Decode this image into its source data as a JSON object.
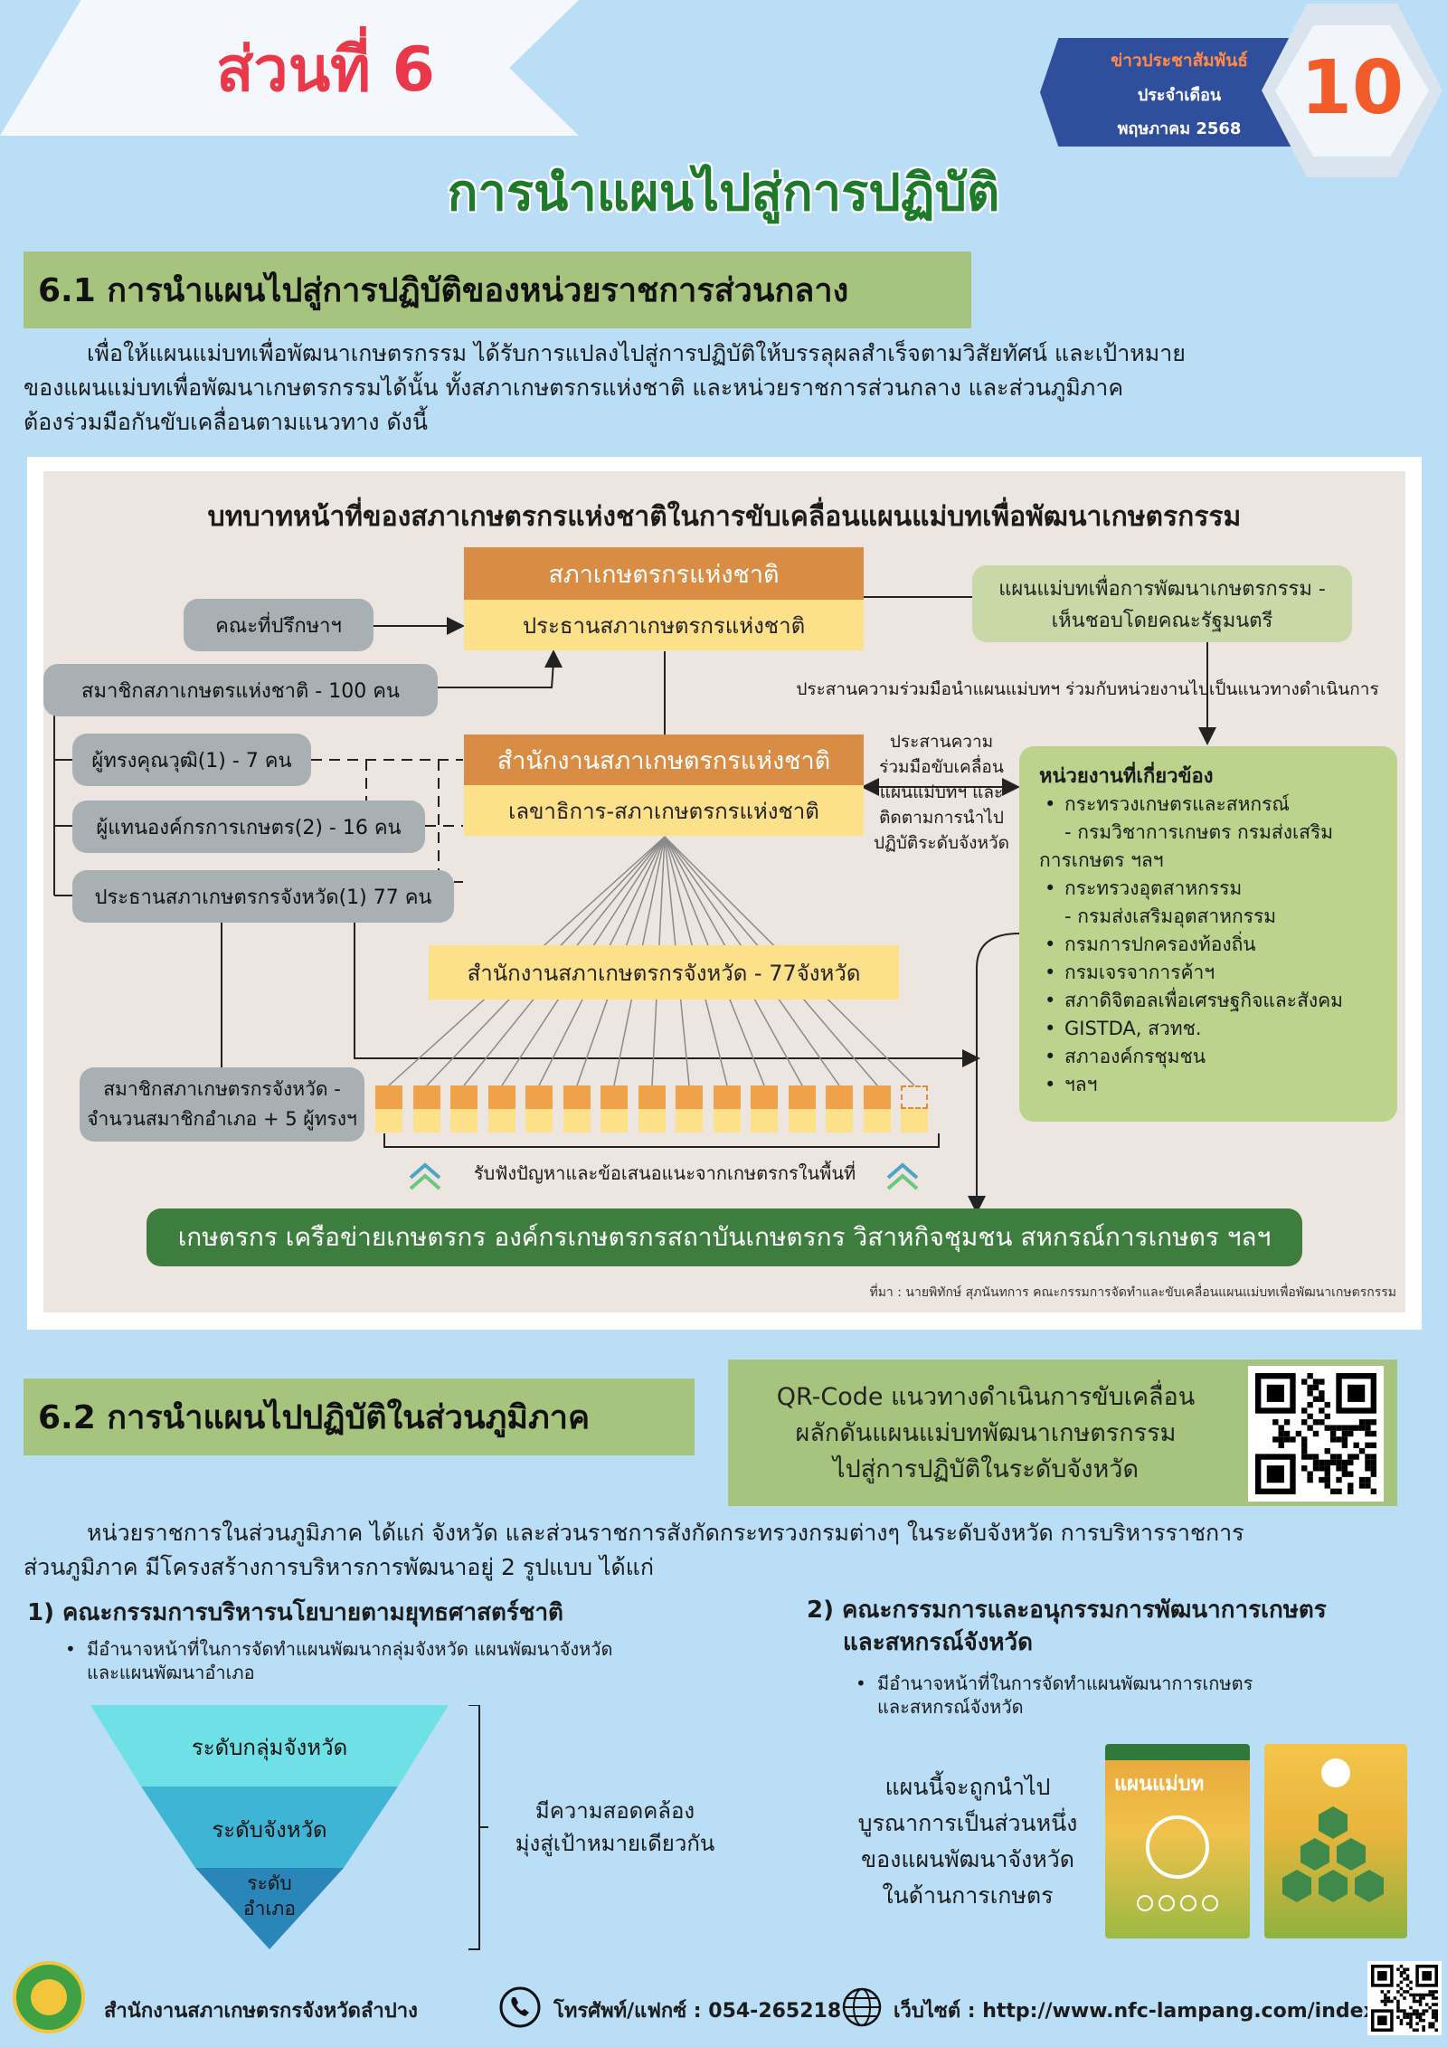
{
  "header": {
    "part_label": "ส่วนที่ 6",
    "news_line1": "ข่าวประชาสัมพันธ์",
    "news_line2": "ประจำเดือน",
    "news_line3": "พฤษภาคม 2568",
    "issue_number": "10",
    "main_title": "การนำแผนไปสู่การปฏิบัติ"
  },
  "section1": {
    "heading": "6.1 การนำแผนไปสู่การปฏิบัติของหน่วยราชการส่วนกลาง",
    "paragraph_l1": "เพื่อให้แผนแม่บทเพื่อพัฒนาเกษตรกรรม ได้รับการแปลงไปสู่การปฏิบัติให้บรรลุผลสำเร็จตามวิสัยทัศน์ และเป้าหมาย",
    "paragraph_l2": "ของแผนแม่บทเพื่อพัฒนาเกษตรกรรมได้นั้น ทั้งสภาเกษตรกรแห่งชาติ และหน่วยราชการส่วนกลาง และส่วนภูมิภาค",
    "paragraph_l3": "ต้องร่วมมือกันขับเคลื่อนตามแนวทาง ดังนี้"
  },
  "diagram": {
    "title": "บทบาทหน้าที่ของสภาเกษตรกรแห่งชาติในการขับเคลื่อนแผนแม่บทเพื่อพัฒนาเกษตรกรรม",
    "council": "สภาเกษตรกรแห่งชาติ",
    "council_chair": "ประธานสภาเกษตรกรแห่งชาติ",
    "advisors": "คณะที่ปรึกษาฯ",
    "members": "สมาชิกสภาเกษตรแห่งชาติ - 100 คน",
    "experts": "ผู้ทรงคุณวุฒิ(1) - 7 คน",
    "org_reps": "ผู้แทนองค์กรการเกษตร(2) - 16 คน",
    "prov_chairs": "ประธานสภาเกษตรกรจังหวัด(1) 77 คน",
    "office": "สำนักงานสภาเกษตรกรแห่งชาติ",
    "secretary": "เลขาธิการ-สภาเกษตรกรแห่งชาติ",
    "master_plan_l1": "แผนแม่บทเพื่อการพัฒนาเกษตรกรรม -",
    "master_plan_l2": "เห็นชอบโดยคณะรัฐมนตรี",
    "coordinate_note": "ประสานความร่วมมือนำแผนแม่บทฯ ร่วมกับหน่วยงานไปเป็นแนวทางดำเนินการ",
    "coord_l1": "ประสานความ",
    "coord_l2": "ร่วมมือขับเคลื่อน",
    "coord_l3": "แผนแม่บทฯ และ",
    "coord_l4": "ติดตามการนำไป",
    "coord_l5": "ปฏิบัติระดับจังหวัด",
    "prov_office": "สำนักงานสภาเกษตรกรจังหวัด - 77จังหวัด",
    "prov_members_l1": "สมาชิกสภาเกษตรกรจังหวัด -",
    "prov_members_l2": "จำนวนสมาชิกอำเภอ + 5 ผู้ทรงฯ",
    "listen_note": "รับฟังปัญหาและข้อเสนอแนะจากเกษตรกรในพื้นที่",
    "farmers": "เกษตรกร เครือข่ายเกษตรกร องค์กรเกษตรกรสถาบันเกษตรกร วิสาหกิจชุมชน สหกรณ์การเกษตร ฯลฯ",
    "agencies_title": "หน่วยงานที่เกี่ยวข้อง",
    "agencies": [
      {
        "text": "กระทรวงเกษตรและสหกรณ์",
        "bullet": true
      },
      {
        "text": "  - กรมวิชาการเกษตร กรมส่งเสริม",
        "bullet": false
      },
      {
        "text": "การเกษตร ฯลฯ",
        "bullet": false
      },
      {
        "text": "กระทรวงอุตสาหกรรม",
        "bullet": true
      },
      {
        "text": "  - กรมส่งเสริมอุตสาหกรรม",
        "bullet": false
      },
      {
        "text": "กรมการปกครองท้องถิ่น",
        "bullet": true
      },
      {
        "text": "กรมเจรจาการค้าฯ",
        "bullet": true
      },
      {
        "text": "สภาดิจิตอลเพื่อเศรษฐกิจและสังคม",
        "bullet": true
      },
      {
        "text": "GISTDA, สวทช.",
        "bullet": true
      },
      {
        "text": "สภาองค์กรชุมชน",
        "bullet": true
      },
      {
        "text": "ฯลฯ",
        "bullet": true
      }
    ],
    "credit": "ที่มา : นายพิทักษ์ สุภนันทการ คณะกรรมการจัดทำและขับเคลื่อนแผนแม่บทเพื่อพัฒนาเกษตรกรรม"
  },
  "section2": {
    "heading": "6.2 การนำแผนไปปฏิบัติในส่วนภูมิภาค",
    "qr_l1": "QR-Code แนวทางดำเนินการขับเคลื่อน",
    "qr_l2": "ผลักดันแผนแม่บทพัฒนาเกษตรกรรม",
    "qr_l3": "ไปสู่การปฏิบัติในระดับจังหวัด",
    "paragraph_l1": "หน่วยราชการในส่วนภูมิภาค ได้แก่ จังหวัด และส่วนราชการสังกัดกระทรวงกรมต่างๆ ในระดับจังหวัด การบริหารราชการ",
    "paragraph_l2": "ส่วนภูมิภาค มีโครงสร้างการบริหารการพัฒนาอยู่ 2 รูปแบบ ได้แก่",
    "item1_title": "1) คณะกรรมการบริหารนโยบายตามยุทธศาสตร์ชาติ",
    "item1_bullet_l1": "มีอำนาจหน้าที่ในการจัดทำแผนพัฒนากลุ่มจังหวัด แผนพัฒนาจังหวัด",
    "item1_bullet_l2": "และแผนพัฒนาอำเภอ",
    "pyr_level1": "ระดับกลุ่มจังหวัด",
    "pyr_level2": "ระดับจังหวัด",
    "pyr_level3_l1": "ระดับ",
    "pyr_level3_l2": "อำเภอ",
    "aligned_l1": "มีความสอดคล้อง",
    "aligned_l2": "มุ่งสู่เป้าหมายเดียวกัน",
    "item2_title_l1": "2) คณะกรรมการและอนุกรรมการพัฒนาการเกษตร",
    "item2_title_l2": "และสหกรณ์จังหวัด",
    "item2_bullet_l1": "มีอำนาจหน้าที่ในการจัดทำแผนพัฒนาการเกษตร",
    "item2_bullet_l2": "และสหกรณ์จังหวัด",
    "plan_note_l1": "แผนนี้จะถูกนำไป",
    "plan_note_l2": "บูรณาการเป็นส่วนหนึ่ง",
    "plan_note_l3": "ของแผนพัฒนาจังหวัด",
    "plan_note_l4": "ในด้านการเกษตร",
    "book_title": "แผนแม่บท"
  },
  "footer": {
    "office": "สำนักงานสภาเกษตรกรจังหวัดลำปาง",
    "phone": "โทรศัพท์/แฟกซ์ : 054-265218",
    "website": "เว็บไซต์ : http://www.nfc-lampang.com/index.php"
  },
  "colors": {
    "background": "#b9def5",
    "accent_red": "#e8384a",
    "title_green": "#1d7a2a",
    "section_bar": "#a6c47d",
    "orange_box": "#d98c43",
    "yellow_box": "#fde08a",
    "dark_green": "#3d7d3e"
  }
}
